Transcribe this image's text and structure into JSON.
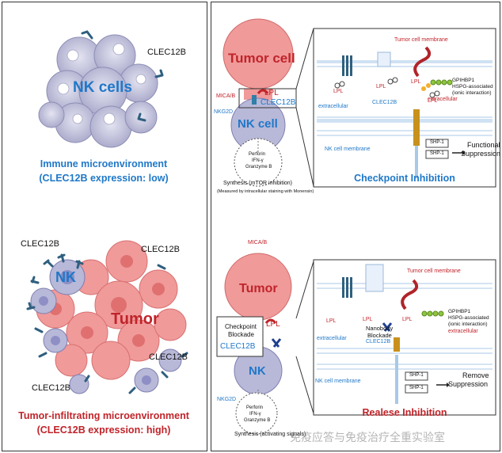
{
  "left_panel": {
    "top": {
      "cell_label": "NK cells",
      "receptor_label": "CLEC12B",
      "caption_line1": "Immune microenvironment",
      "caption_line2": "(CLEC12B expression: low)"
    },
    "bottom": {
      "nk_label": "NK",
      "tumor_label": "Tumor",
      "receptor_labels": [
        "CLEC12B",
        "CLEC12B",
        "CLEC12B",
        "CLEC12B"
      ],
      "caption_line1": "Tumor-infiltrating microenvironment",
      "caption_line2": "(CLEC12B expression: high)"
    }
  },
  "right_top": {
    "tumor_label": "Tumor cell",
    "nk_label": "NK cell",
    "lpl": "LPL",
    "clec12b": "CLEC12B",
    "mica_b": "MICA/B",
    "nkg2d": "NKG2D",
    "granule_text": [
      "Perforin",
      "IFN-γ",
      "Granzyme B"
    ],
    "synthesis": "Synthesis (mTOR inhibition)",
    "measured": "(Measured by intracellular staining with Monensin)",
    "zoom": {
      "tumor_membrane": "Tumor cell membrane",
      "extracellular_right": "extracellular",
      "extracellular_left": "extracellular",
      "gpihbp1_line1": "GPIHBP1",
      "gpihbp1_line2": "HSPG-associated",
      "gpihbp1_line3": "(ionic interaction)",
      "lpl_labels": [
        "LPL",
        "LPL",
        "LPL",
        "LPL"
      ],
      "clec12b": "CLEC12B",
      "nk_membrane": "NK cell membrane",
      "shp1": "SHP-1",
      "outcome_line1": "Functional",
      "outcome_line2": "Suppression"
    },
    "title": "Checkpoint Inhibition"
  },
  "right_bottom": {
    "tumor_label": "Tumor",
    "nk_label": "NK",
    "lpl": "LPL",
    "clec12b": "CLEC12B",
    "mica_b": "MICA/B",
    "nkg2d": "NKG2D",
    "checkpoint_line1": "Checkpoint",
    "checkpoint_line2": "Blockade",
    "granule_text": [
      "Perforin",
      "IFN-γ",
      "Granzyme B"
    ],
    "synthesis": "Synthesis (activating signals)",
    "zoom": {
      "tumor_membrane": "Tumor cell membrane",
      "extracellular_right": "extracellular",
      "extracellular_left": "extracellular",
      "gpihbp1_line1": "GPIHBP1",
      "gpihbp1_line2": "HSPG-associated",
      "gpihbp1_line3": "(ionic interaction)",
      "lpl_labels": [
        "LPL",
        "LPL",
        "LPL"
      ],
      "nanobody_line1": "Nanobody",
      "nanobody_line2": "Blockade",
      "clec12b": "CLEC12B",
      "nk_membrane": "NK cell membrane",
      "shp1": "SHP-1",
      "outcome_line1": "Remove",
      "outcome_line2": "Suppression"
    },
    "title": "Realese Inhibition"
  },
  "watermark": "免疫应答与免疫治疗全重实验室",
  "colors": {
    "nk_blue": "#1f78c8",
    "tumor_red": "#c0242a",
    "nk_cell_fill": "#b8b8d8",
    "tumor_fill": "#f09a9a",
    "receptor": "#2f5f7f",
    "membrane": "#a9c9e8"
  }
}
